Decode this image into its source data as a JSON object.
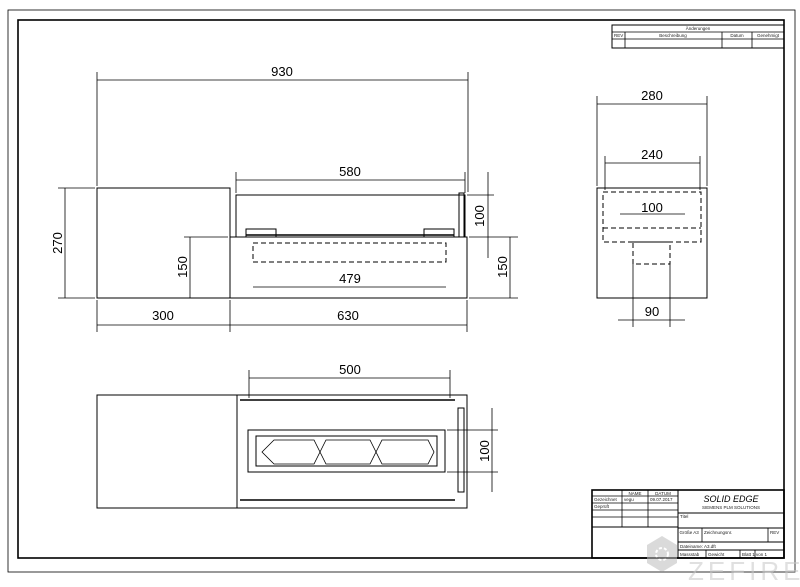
{
  "revision_table": {
    "title": "Änderungen",
    "headers": [
      "REV",
      "Beschreibung",
      "Datum",
      "Genehmigt"
    ]
  },
  "front_view": {
    "dims": {
      "overall": "930",
      "top_panel": "580",
      "height": "270",
      "body_height_left": "150",
      "panel_height": "100",
      "body_height_right": "150",
      "inner": "479",
      "left_width": "300",
      "right_width": "630"
    }
  },
  "side_view": {
    "dims": {
      "outer": "280",
      "inner": "240",
      "burner": "100",
      "bottom": "90"
    }
  },
  "top_view": {
    "dims": {
      "width": "500",
      "depth": "100"
    }
  },
  "title_block": {
    "col_name": "NAME",
    "col_date": "DATUM",
    "drawn_label": "Gezeichnet",
    "drawn_name": "vegu",
    "drawn_date": "09.07.2017",
    "checked_label": "Geprüft",
    "brand": "SOLID EDGE",
    "brand_sub": "SIEMENS PLM SOLUTIONS",
    "title_label": "Titel",
    "size_label": "Größe A3",
    "drawing_no_label": "Zeichnungsnr.",
    "rev_label": "REV",
    "file_label": "Dateiname: A3.dft",
    "scale_label": "Massstab",
    "weight_label": "Gewicht",
    "sheet_label": "Blatt 1 von 1"
  },
  "watermark": "ZEFIRE"
}
